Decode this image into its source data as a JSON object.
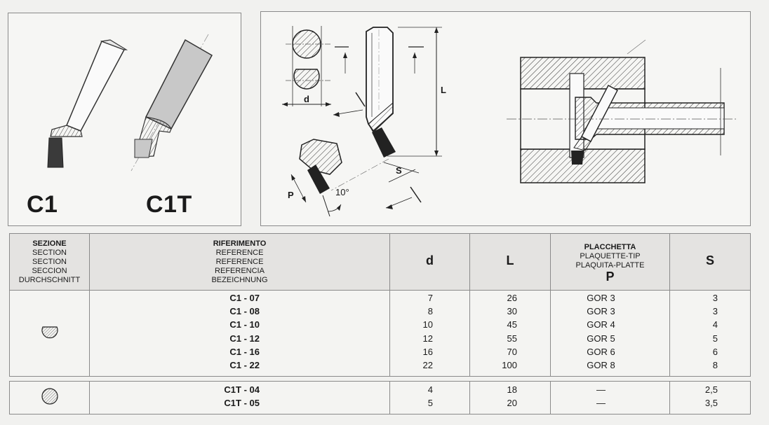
{
  "labels": {
    "model_c1": "C1",
    "model_c1t": "C1T",
    "dim_d": "d",
    "dim_L": "L",
    "dim_S": "S",
    "dim_P": "P",
    "angle": "10°"
  },
  "table": {
    "headers": {
      "section": [
        "SEZIONE",
        "SECTION",
        "SECTION",
        "SECCION",
        "DURCHSCHNITT"
      ],
      "reference": [
        "RIFERIMENTO",
        "REFERENCE",
        "REFERENCE",
        "REFERENCIA",
        "BEZEICHNUNG"
      ],
      "d": "d",
      "L": "L",
      "tip": [
        "PLACCHETTA",
        "PLAQUETTE-TIP",
        "PLAQUITA-PLATTE"
      ],
      "tip_symbol": "P",
      "S": "S"
    },
    "group1": {
      "section_icon": "flat-round-section-icon",
      "refs": [
        "C1 - 07",
        "C1 - 08",
        "C1 - 10",
        "C1 - 12",
        "C1 - 16",
        "C1 - 22"
      ],
      "d": [
        "7",
        "8",
        "10",
        "12",
        "16",
        "22"
      ],
      "L": [
        "26",
        "30",
        "45",
        "55",
        "70",
        "100"
      ],
      "P": [
        "GOR 3",
        "GOR 3",
        "GOR 4",
        "GOR 5",
        "GOR 6",
        "GOR 8"
      ],
      "S": [
        "3",
        "3",
        "4",
        "5",
        "6",
        "8"
      ]
    },
    "group2": {
      "section_icon": "round-section-icon",
      "refs": [
        "C1T - 04",
        "C1T - 05"
      ],
      "d": [
        "4",
        "5"
      ],
      "L": [
        "18",
        "20"
      ],
      "P": [
        "—",
        "—"
      ],
      "S": [
        "2,5",
        "3,5"
      ]
    }
  }
}
